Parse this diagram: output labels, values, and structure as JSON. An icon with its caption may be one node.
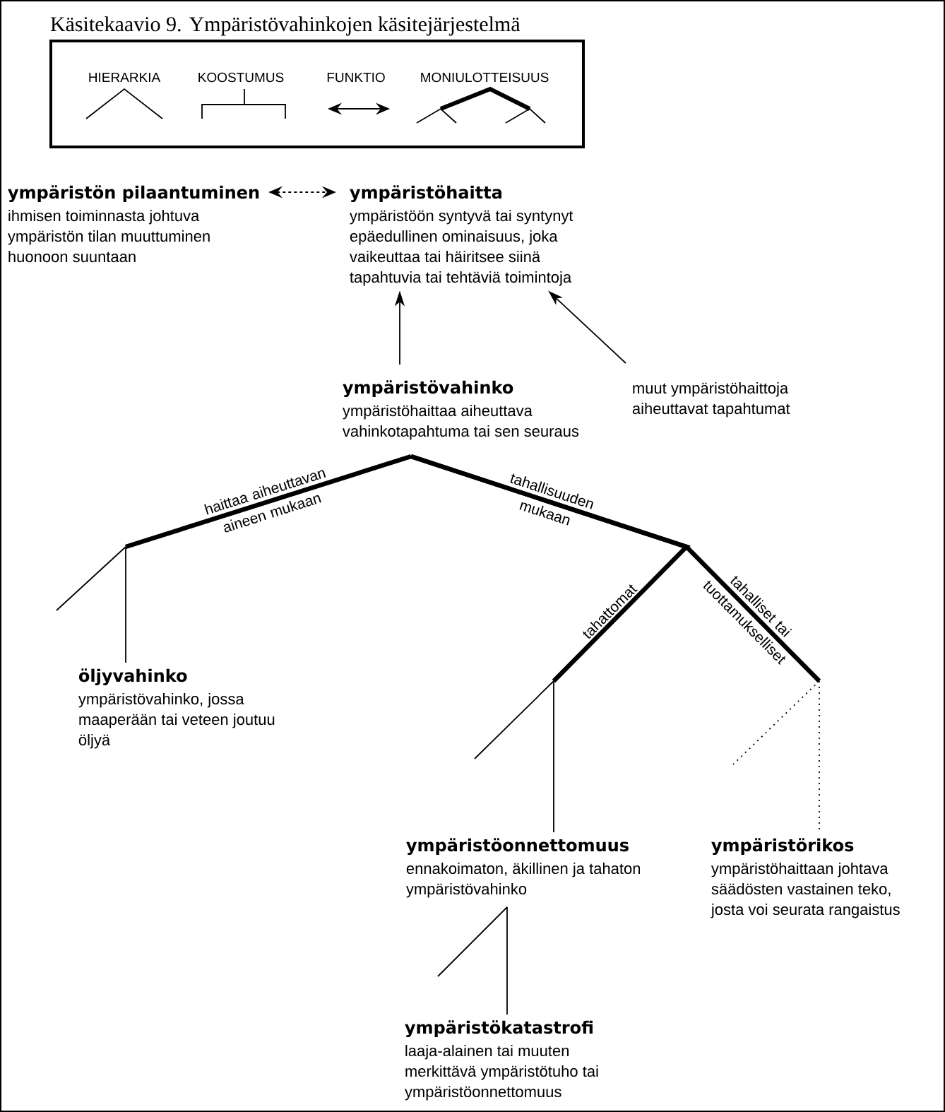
{
  "diagram": {
    "title": "Käsitekaavio 9. Ympäristövahinkojen käsitejärjestelmä",
    "nodes": [
      {
        "text": [
          "ympäristön pilaantuminen",
          "ihmisen toiminnasta johtuva ympäristön tilan muuttuminen huonoon suuntaan"
        ]
      },
      {
        "text": [
          "ympäristöhaitta",
          "ympäristöön syntyvä tai syntynyt epäedullinen ominaisuus, joka vaikeuttaa tai häiritsee siinä tapahtuvia tai tehtäviä toimintoja"
        ]
      },
      {
        "text": [
          "ympäristövahinko",
          "ympäristöhaittaa aiheuttava vahinkotapahtuma tai sen seuraus"
        ]
      },
      {
        "text": [
          "muut ympäristöhaittoja aiheuttavat tapahtumat"
        ]
      },
      {
        "text": [
          "öljyvahinko",
          "ympäristövahinko, jossa maaperään tai veteen joutuu öljyä"
        ]
      },
      {
        "text": [
          "ympäristöonnettomuus",
          "ennakoimaton, äkillinen ja tahaton ympäristövahinko"
        ]
      },
      {
        "text": [
          "ympäristörikos",
          "ympäristöhaittaan johtava säädösten vastainen teko, josta voi seurata rangaistus"
        ]
      },
      {
        "text": [
          "ympäristökatastrofi",
          "laaja-alainen tai muuten merkittävä ympäristötuho tai ympäristöonnettomuus"
        ]
      }
    ],
    "edges": [
      {
        "from": 0,
        "to": 1,
        "arrow": "both",
        "style": "dashed"
      },
      {
        "from": 2,
        "to": 1,
        "arrow": "to"
      },
      {
        "from": 3,
        "to": 1,
        "arrow": "to"
      },
      {
        "from": 2,
        "to": 4,
        "arrow": "none",
        "label": "haittaa aiheuttavan aineen mukaan",
        "style": "thick"
      },
      {
        "from": 2,
        "to": 5,
        "arrow": "none",
        "label": "tahattomat",
        "style": "thick"
      },
      {
        "from": 2,
        "to": 6,
        "arrow": "none",
        "label": "tahalliset tai tuottamukselliset",
        "style": "thick"
      },
      {
        "from": 5,
        "to": 7,
        "arrow": "none"
      }
    ],
    "labels": [
      "tahallisuuden mukaan"
    ],
    "legend": [
      {
        "text": "HIERARKIA"
      },
      {
        "text": "KOOSTUMUS"
      },
      {
        "text": "FUNKTIO"
      },
      {
        "text": "MONIULOTTEISUUS"
      }
    ]
  }
}
